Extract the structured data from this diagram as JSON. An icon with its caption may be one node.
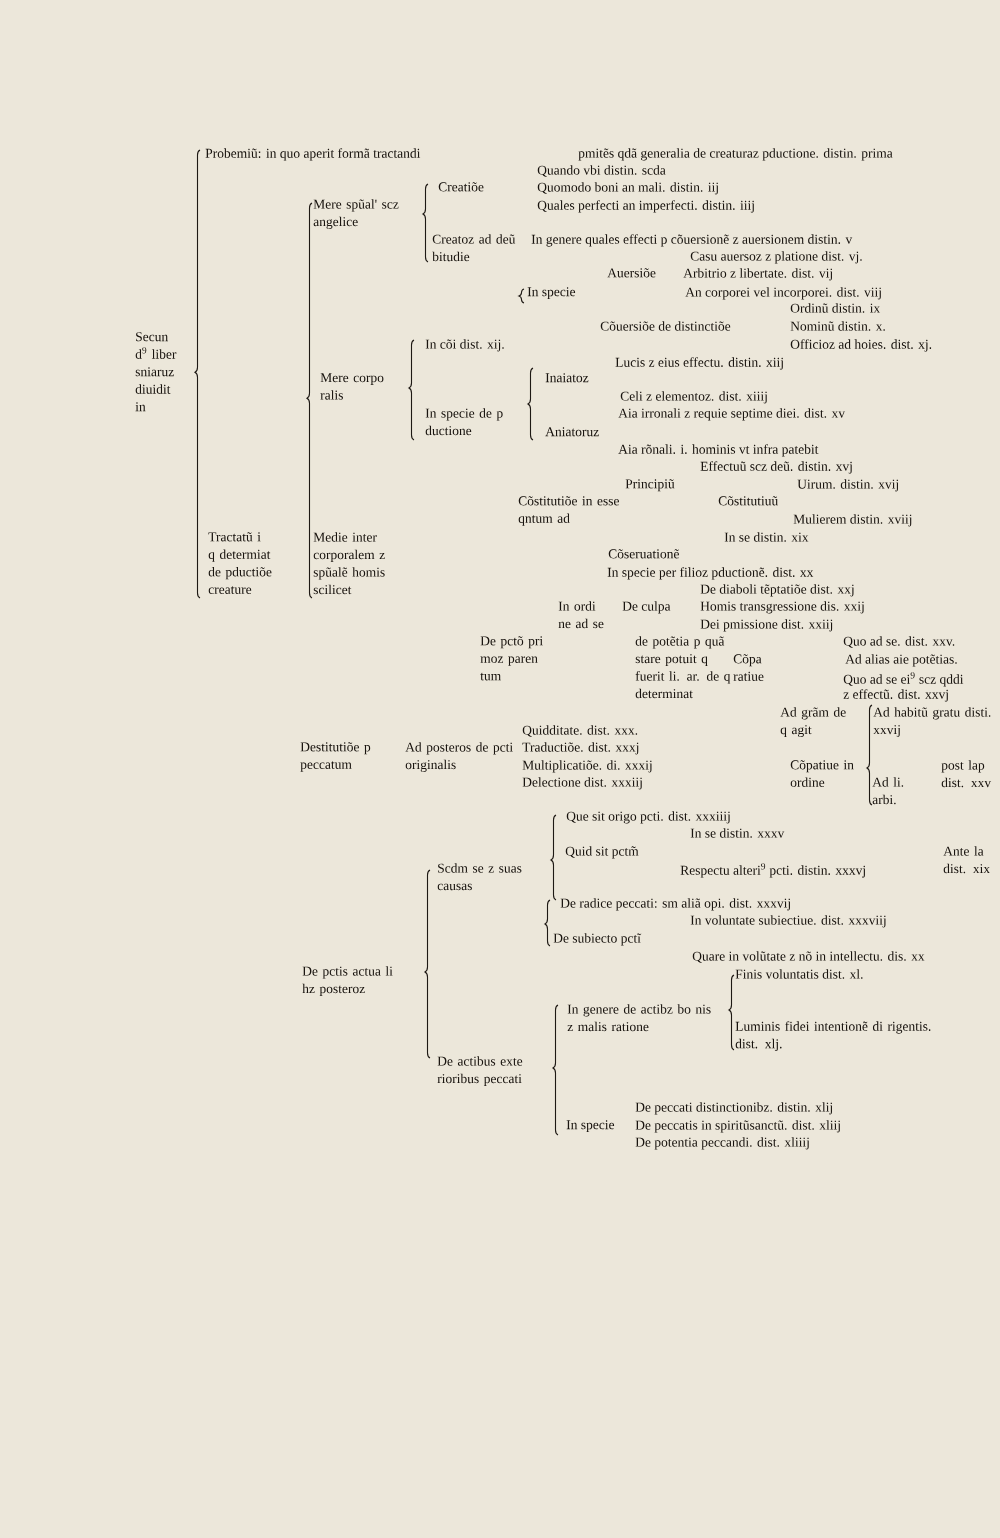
{
  "diagram": {
    "labels": [
      "Probemiũ: in quo aperit formã tractandi",
      "pmitẽs qdã generalia de creaturaz pductione. distin. prima",
      "Quando vbi distin. scda",
      "Creatiõe",
      "Quomodo boni an mali. distin. iij",
      "Mere spũal' scz angelice",
      "Quales perfecti an imperfecti. distin. iiij",
      "Creatoz ad deũ bitudie",
      "In genere quales effecti p cõuersionẽ z auersionem distin. v",
      "Casu auersoz z platione dist. vj.",
      "Auersiõe",
      "Arbitrio z libertate. dist. vij",
      "In specie",
      "An corporei vel incorporei. dist. viij",
      "Ordinũ distin. ix",
      "Cõuersiõe de distinctiõe",
      "Nominũ distin. x.",
      "Secun d$^{9}$ liber sniaruz diuidit in",
      "In cõi dist. xij.",
      "Officioz ad hoies. dist. xj.",
      "Lucis z eius effectu. distin. xiij",
      "Mere corpo ralis",
      "Inaiatoz",
      "Celi z elementoz. dist. xiiij",
      "In specie de p ductione",
      "Aia irronali z requie septime diei. dist. xv",
      "Aniatoruz",
      "Aia rõnali. i. hominis vt infra patebit",
      "Effectuũ scz deũ. distin. xvj",
      "Principiũ",
      "Uirum. distin. xvij",
      "Cõstitutiõe in esse qntum ad",
      "Cõstitutiuũ",
      "Mulierem distin. xviij",
      "Tractatũ i q determiat de pductiõe creature",
      "Medie inter corporalem z spũalẽ homis scilicet",
      "In se distin. xix",
      "Cõseruationẽ",
      "In specie per filioz pductionẽ. dist. xx",
      "De diaboli tẽptatiõe dist. xxj",
      "In ordi ne ad se",
      "De culpa",
      "Homis transgressione dis. xxij",
      "Dei pmissione dist. xxiij",
      "De pctõ pri moz paren tum",
      "de potẽtia p quã stare potuit q fuerit li. ar. de q determinat",
      "Quo ad se. dist. xxv.",
      "Cõpa ratiue",
      "Ad alias aie potẽtias.",
      "Quo ad se ei$^{9}$ scz qddi",
      "z effectũ. dist. xxvj",
      "Ad grãm de q agit",
      "Ad habitũ gratu disti. xxvij",
      "Quidditate. dist. xxx.",
      "Destitutiõe p peccatum",
      "Ad posteros de pcti originalis",
      "Traductiõe. dist. xxxj",
      "Multiplicatiõe. di. xxxij",
      "Cõpatiue in ordine",
      "post lap dist. xxv",
      "Delectione dist. xxxiij",
      "Ad li. arbi.",
      "Que sit origo pcti. dist. xxxiiij",
      "In se distin. xxxv",
      "Quid sit pctm̃",
      "Ante la dist. xix",
      "Respectu alteri$^{9}$ pcti. distin. xxxvj",
      "Scdm se z suas causas",
      "De radice peccati: sm aliã opi. dist. xxxvij",
      "In voluntate subiectiue. dist. xxxviij",
      "De subiecto pctĩ",
      "Quare in volũtate z nõ in intellectu. dis. xx",
      "De pctis actua li hz posteroz",
      "Finis voluntatis dist. xl.",
      "In genere de actibz bo nis z malis ratione",
      "Luminis fidei intentionẽ di rigentis. dist. xlj.",
      "De actibus exte rioribus peccati",
      "De peccati distinctionibz. distin. xlij",
      "In specie",
      "De peccatis in spiritũsanctũ. dist. xliij",
      "De potentia peccandi. dist. xliiij"
    ]
  }
}
